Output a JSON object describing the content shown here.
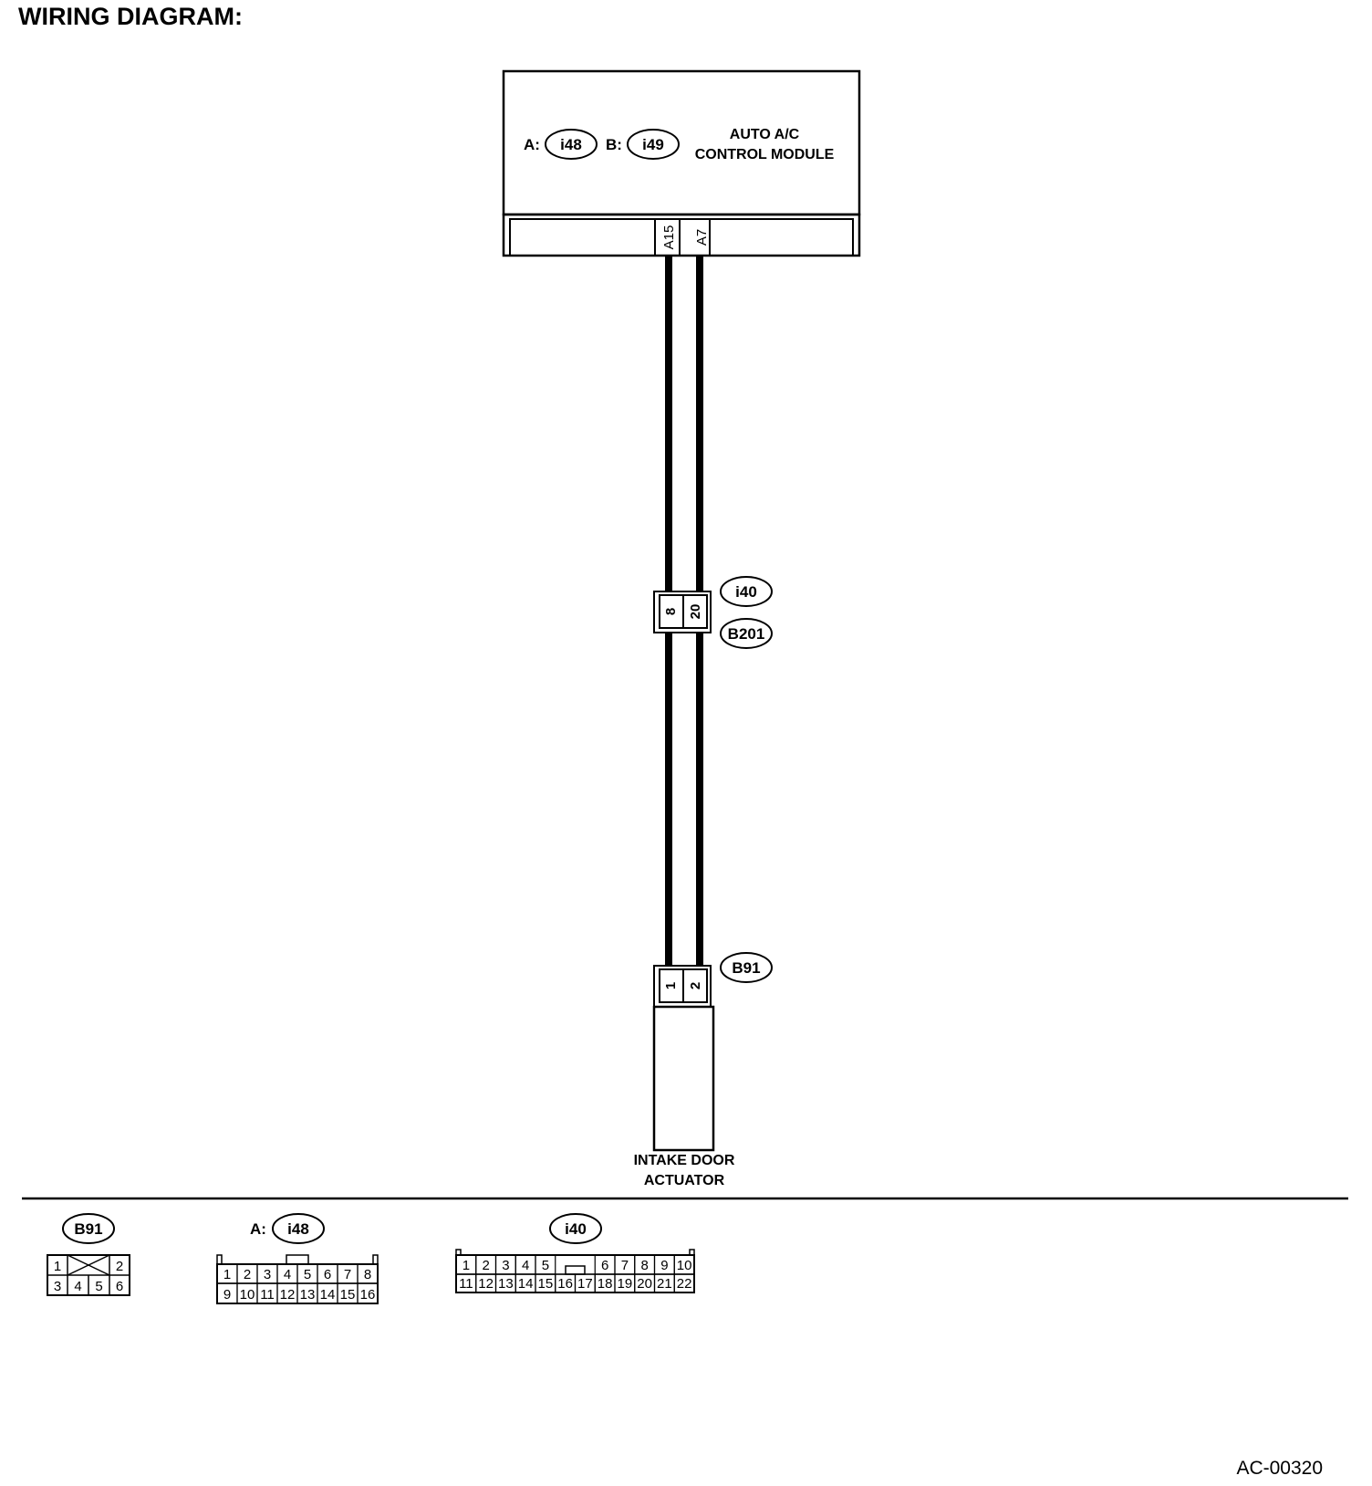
{
  "title": "WIRING DIAGRAM:",
  "module": {
    "prefix_a": "A:",
    "connector_a": "i48",
    "prefix_b": "B:",
    "connector_b": "i49",
    "name_line1": "AUTO A/C",
    "name_line2": "CONTROL MODULE",
    "pin_left": "A15",
    "pin_right": "A7"
  },
  "junction": {
    "connector_top": "i40",
    "connector_bottom": "B201",
    "pin_left": "8",
    "pin_right": "20"
  },
  "actuator": {
    "connector": "B91",
    "pin_left": "1",
    "pin_right": "2",
    "name_line1": "INTAKE DOOR",
    "name_line2": "ACTUATOR"
  },
  "legend": {
    "b91": {
      "name": "B91",
      "top_row": [
        "1",
        "2"
      ],
      "bottom_row": [
        "3",
        "4",
        "5",
        "6"
      ]
    },
    "i48": {
      "prefix": "A:",
      "name": "i48",
      "top_row": [
        "1",
        "2",
        "3",
        "4",
        "5",
        "6",
        "7",
        "8"
      ],
      "bottom_row": [
        "9",
        "10",
        "11",
        "12",
        "13",
        "14",
        "15",
        "16"
      ]
    },
    "i40": {
      "name": "i40",
      "top_left": [
        "1",
        "2",
        "3",
        "4",
        "5"
      ],
      "top_right": [
        "6",
        "7",
        "8",
        "9",
        "10"
      ],
      "bottom_row": [
        "11",
        "12",
        "13",
        "14",
        "15",
        "16",
        "17",
        "18",
        "19",
        "20",
        "21",
        "22"
      ]
    }
  },
  "figure_code": "AC-00320"
}
